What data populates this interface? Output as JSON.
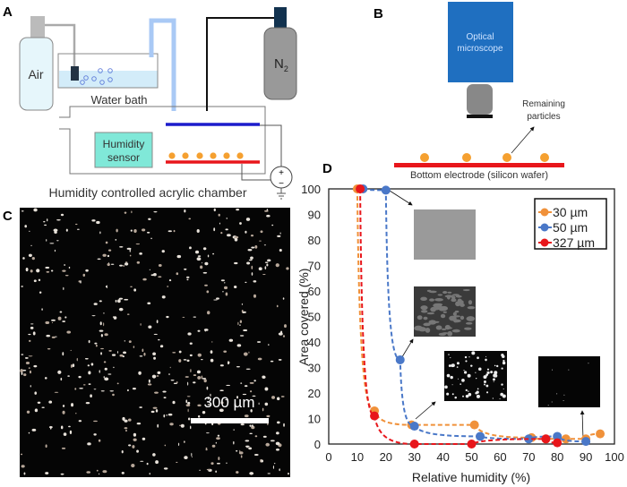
{
  "panel_labels": {
    "a": "A",
    "b": "B",
    "c": "C",
    "d": "D"
  },
  "panel_a": {
    "air_label": "Air",
    "water_bath_label": "Water bath",
    "n2_label": "N",
    "n2_sub": "2",
    "sensor_line1": "Humidity",
    "sensor_line2": "sensor",
    "chamber_label": "Humidity controlled acrylic chamber",
    "plus": "+",
    "minus": "−"
  },
  "panel_b": {
    "microscope_line1": "Optical",
    "microscope_line2": "microscope",
    "particles_line1": "Remaining",
    "particles_line2": "particles",
    "electrode_label": "Bottom electrode (silicon wafer)"
  },
  "panel_c": {
    "scale_label": "300 µm"
  },
  "colors": {
    "orange": "#f0913a",
    "blue": "#4a78c8",
    "red": "#e8161b",
    "microscope": "#1f6fc0",
    "sensor": "#80e8d8"
  },
  "chart_data": {
    "type": "scatter",
    "title": "",
    "xlabel": "Relative humidity (%)",
    "ylabel": "Area covered (%)",
    "xlim": [
      0,
      100
    ],
    "ylim": [
      0,
      100
    ],
    "xticks": [
      "0",
      "10",
      "20",
      "30",
      "40",
      "50",
      "60",
      "70",
      "80",
      "90",
      "100"
    ],
    "yticks": [
      "0",
      "10",
      "20",
      "30",
      "40",
      "50",
      "60",
      "70",
      "80",
      "90",
      "100"
    ],
    "legend_position": "top-right",
    "series": [
      {
        "name": "30 µm",
        "color": "#f0913a",
        "x": [
          10,
          16,
          29,
          51,
          71,
          76,
          83,
          90,
          95
        ],
        "y": [
          100,
          13,
          7.5,
          7.5,
          2.5,
          2,
          2,
          2,
          4
        ]
      },
      {
        "name": "50 µm",
        "color": "#4a78c8",
        "x": [
          12,
          20,
          25,
          30,
          53,
          70,
          80,
          90
        ],
        "y": [
          100,
          99.5,
          33,
          7,
          3,
          2,
          3,
          1
        ]
      },
      {
        "name": "327 µm",
        "color": "#e8161b",
        "x": [
          11,
          16,
          30,
          50,
          76,
          80
        ],
        "y": [
          100,
          11,
          0,
          0,
          2,
          0.5
        ]
      }
    ]
  }
}
